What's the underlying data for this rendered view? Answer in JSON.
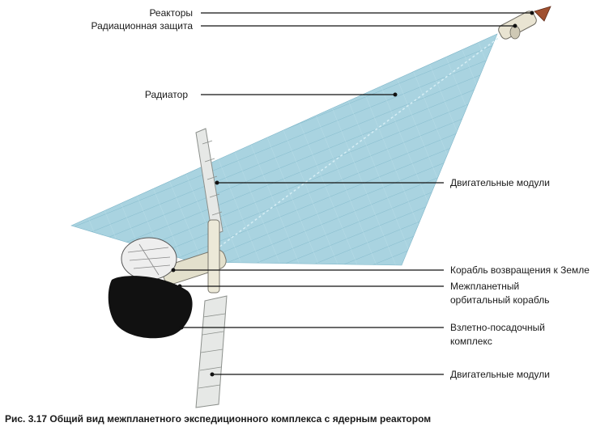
{
  "labels": {
    "reactors": "Реакторы",
    "radiation_shield": "Радиационная защита",
    "radiator": "Радиатор",
    "engine_modules_top": "Двигательные модули",
    "return_ship": "Корабль возвращения к Земле",
    "orbital_ship_line1": "Межпланетный",
    "orbital_ship_line2": "орбитальный корабль",
    "lander_line1": "Взлетно-посадочный",
    "lander_line2": "комплекс",
    "engine_modules_bottom": "Двигательные модули"
  },
  "caption": "Рис. 3.17 Общий вид межпланетного экспедиционного комплекса с ядерным реактором",
  "colors": {
    "radiator_fill": "#a9d3e0",
    "radiator_stripe": "#7fb6c9",
    "lander_body": "#111111",
    "leader_line": "#111111"
  }
}
